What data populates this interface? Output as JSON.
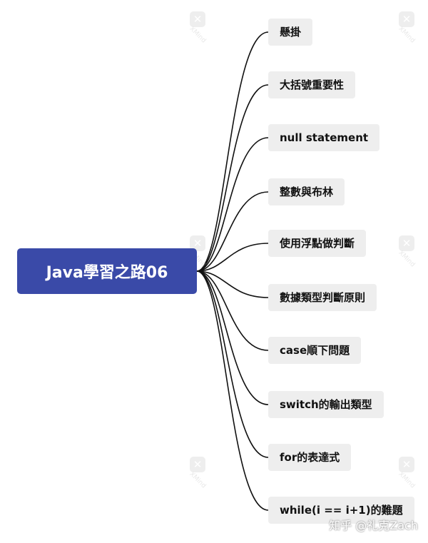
{
  "root": {
    "label": "Java學習之路06"
  },
  "branches": [
    {
      "label": "懸掛"
    },
    {
      "label": "大括號重要性"
    },
    {
      "label": "null statement"
    },
    {
      "label": "整數與布林"
    },
    {
      "label": "使用浮點做判斷"
    },
    {
      "label": "數據類型判斷原則"
    },
    {
      "label": "case順下問題"
    },
    {
      "label": "switch的輸出類型"
    },
    {
      "label": "for的表達式"
    },
    {
      "label": "while(i == i+1)的難題"
    }
  ],
  "watermark": {
    "logo": "✕",
    "text": "XMind"
  },
  "footer": {
    "credit": "知乎 @礼克Zach"
  },
  "colors": {
    "root_bg": "#3a4aa8",
    "branch_bg": "#eeeeee",
    "line": "#111111"
  },
  "icons": {
    "watermark": "x-mark-icon"
  }
}
